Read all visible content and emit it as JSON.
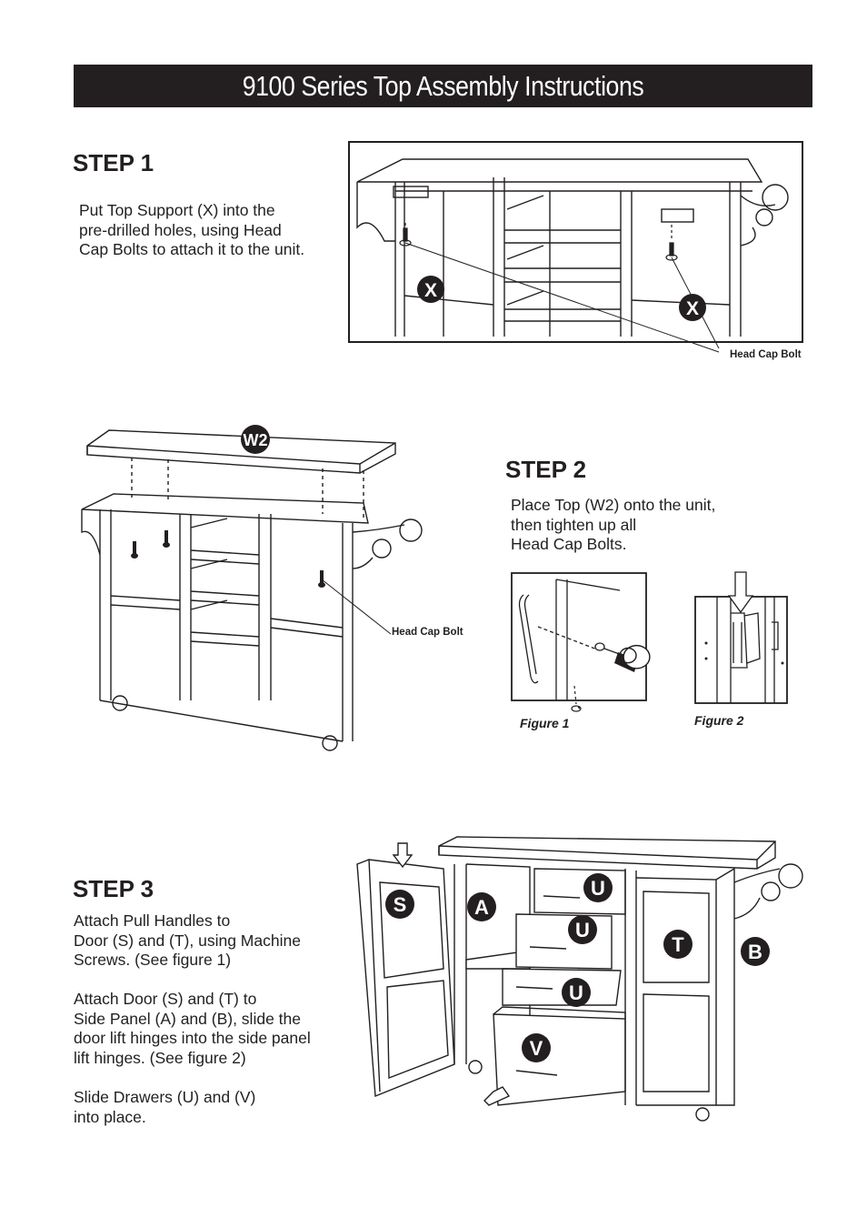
{
  "header": {
    "title": "9100 Series Top Assembly Instructions"
  },
  "step1": {
    "heading": "STEP 1",
    "text": "Put Top Support (X) into the\npre-drilled holes, using Head\nCap Bolts to attach it to the unit.",
    "callout": "Head Cap Bolt",
    "labels": [
      "X",
      "X"
    ]
  },
  "step2": {
    "heading": "STEP 2",
    "text": "Place Top (W2) onto the unit,\nthen tighten up all\nHead Cap Bolts.",
    "callout": "Head Cap Bolt",
    "label": "W2",
    "figure1_caption": "Figure 1",
    "figure2_caption": "Figure 2"
  },
  "step3": {
    "heading": "STEP 3",
    "paragraph1": "Attach Pull Handles to\nDoor (S) and (T), using Machine\nScrews. (See figure 1)",
    "paragraph2": "Attach Door (S) and (T) to\nSide Panel (A) and (B), slide the\ndoor lift hinges into the side panel\nlift hinges. (See figure 2)",
    "paragraph3": "Slide Drawers (U) and (V)\ninto place.",
    "labels": {
      "s": "S",
      "a": "A",
      "u1": "U",
      "u2": "U",
      "u3": "U",
      "t": "T",
      "b": "B",
      "v": "V"
    }
  }
}
